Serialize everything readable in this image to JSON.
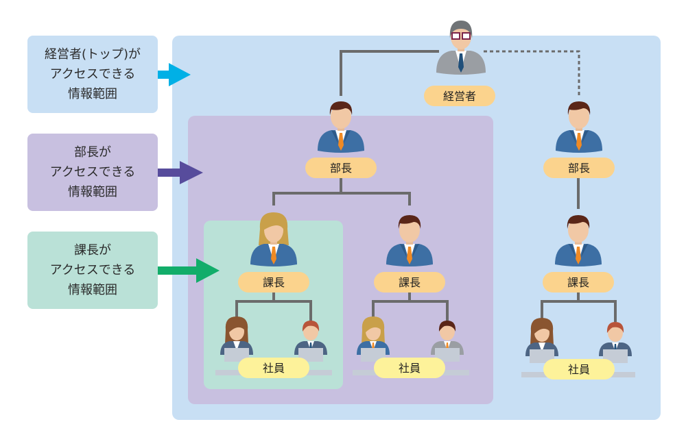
{
  "legend": [
    {
      "lines": [
        "経営者(トップ)が",
        "アクセスできる",
        "情報範囲"
      ],
      "color": "#c8dff4",
      "arrow_color": "#00b0e6"
    },
    {
      "lines": [
        "部長が",
        "アクセスできる",
        "情報範囲"
      ],
      "color": "#c8c0e0",
      "arrow_color": "#574c9c"
    },
    {
      "lines": [
        "課長が",
        "アクセスできる",
        "情報範囲"
      ],
      "color": "#bae1d7",
      "arrow_color": "#12ad6a"
    }
  ],
  "scopes": {
    "executive": {
      "color": "#c8dff4"
    },
    "department_manager": {
      "color": "#c8c0e0"
    },
    "section_manager": {
      "color": "#bae1d7"
    }
  },
  "nodes": {
    "executive": {
      "label": "経営者"
    },
    "dept_left": {
      "label": "部長"
    },
    "dept_right": {
      "label": "部長"
    },
    "section_left": {
      "label": "課長"
    },
    "section_middle": {
      "label": "課長"
    },
    "section_right": {
      "label": "課長"
    },
    "staff_left": {
      "label": "社員"
    },
    "staff_middle": {
      "label": "社員"
    },
    "staff_right": {
      "label": "社員"
    }
  },
  "colors": {
    "role_pill": "#fbd38d",
    "staff_pill": "#fdf29a",
    "connector": "#6b6b6b"
  }
}
